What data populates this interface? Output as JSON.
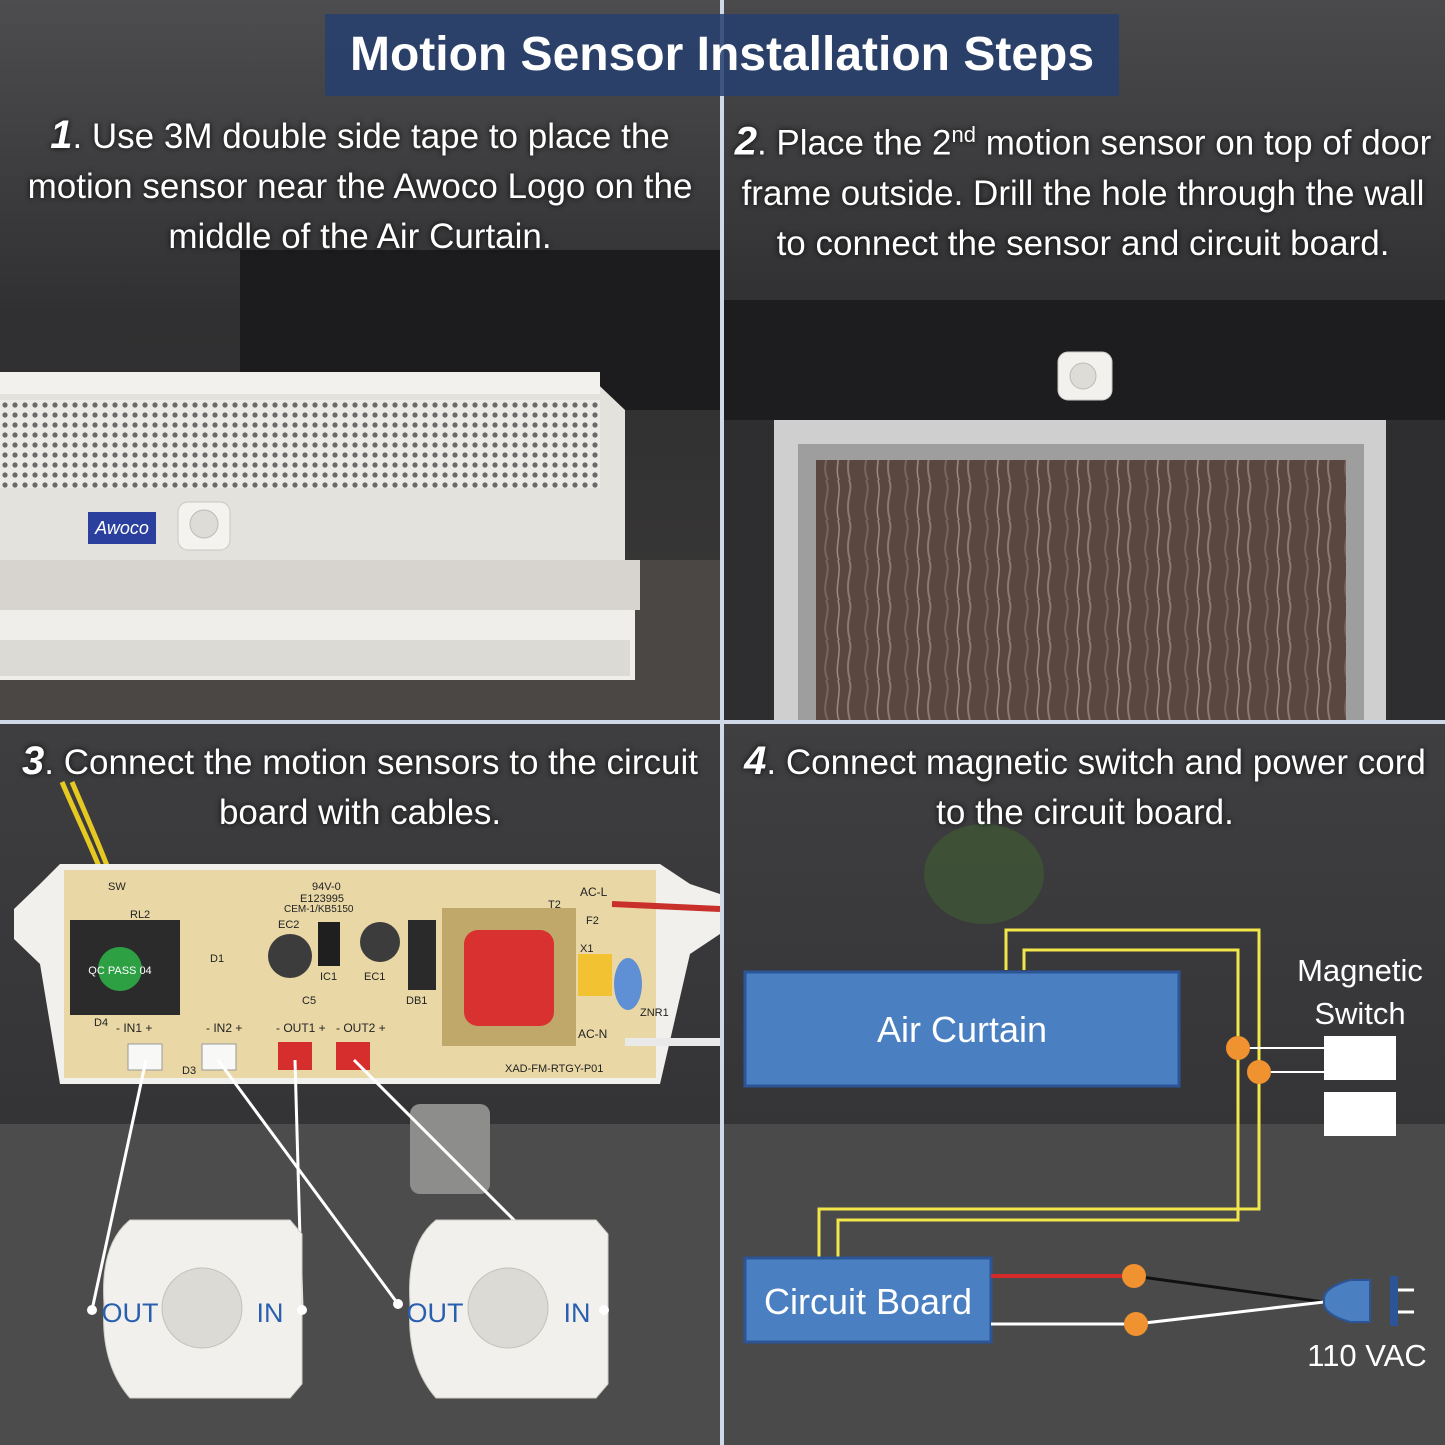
{
  "title": "Motion Sensor Installation Steps",
  "step1": {
    "num": "1",
    "text": ". Use 3M double side tape to place the motion sensor near the Awoco Logo on the middle of the Air Curtain."
  },
  "step2": {
    "num": "2",
    "pre": ". Place the 2",
    "sup": "nd",
    "post": " motion sensor on top of door frame outside. Drill the hole through the wall to connect the sensor and circuit board."
  },
  "step3": {
    "num": "3",
    "text": ". Connect the motion sensors to the circuit board with cables."
  },
  "step4": {
    "num": "4",
    "text": ". Connect magnetic switch and power cord to the circuit board."
  },
  "product": {
    "logo": "Awoco"
  },
  "board": {
    "pins": [
      "- IN1 +",
      "- IN2 +",
      "- OUT1 +",
      "- OUT2 +"
    ],
    "marks": [
      "SW",
      "RL2",
      "EC2",
      "IC1",
      "EC1",
      "DB1",
      "C5",
      "D1",
      "D4",
      "D3",
      "T2",
      "F2",
      "X1",
      "AC-L",
      "AC-N",
      "ZNR1",
      "XAD-FM-RTGY-P01",
      "94V-0",
      "E123995",
      "CEM-1/KB5150",
      "QC PASS 04"
    ]
  },
  "sensors": [
    {
      "out_label": "OUT",
      "in_label": "IN"
    },
    {
      "out_label": "OUT",
      "in_label": "IN"
    }
  ],
  "wiring": {
    "air_curtain_label": "Air Curtain",
    "circuit_board_label": "Circuit Board",
    "magnetic_switch_label_1": "Magnetic",
    "magnetic_switch_label_2": "Switch",
    "power_label": "110 VAC",
    "colors": {
      "box_fill": "#4a7fc1",
      "box_border": "#2b5597",
      "wire_signal": "#f2e64a",
      "wire_live": "#d42a2a",
      "wire_neutral": "#ffffff",
      "connector": "#f0922f"
    }
  }
}
